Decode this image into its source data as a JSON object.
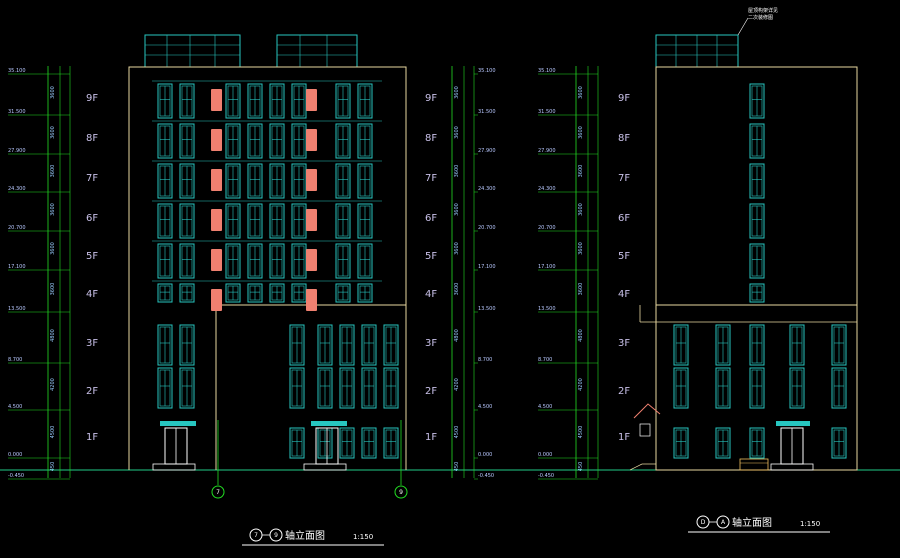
{
  "floors": [
    "9F",
    "8F",
    "7F",
    "6F",
    "5F",
    "4F",
    "3F",
    "2F",
    "1F"
  ],
  "elevations": [
    "35.100",
    "31.500",
    "27.900",
    "24.300",
    "20.700",
    "17.100",
    "13.500",
    "8.700",
    "4.500",
    "0.000",
    "-0.450"
  ],
  "side_dims": [
    "3600",
    "3600",
    "3600",
    "3600",
    "3600",
    "3600",
    "4800",
    "4200",
    "4500",
    "450"
  ],
  "left_drawing": {
    "axis_marks": [
      "7",
      "9"
    ],
    "title": "轴立面图",
    "scale": "1:150"
  },
  "right_drawing": {
    "axis_marks": [
      "D",
      "A"
    ],
    "title": "轴立面图",
    "scale": "1:150",
    "roof_note_1": "屋顶构架详见",
    "roof_note_2": "二次装修图"
  },
  "colors": {
    "background": "#000000",
    "outline": "#e8d8a0",
    "glass": "#27c6c0",
    "panel": "#f08070",
    "grid": "#22dd22"
  }
}
